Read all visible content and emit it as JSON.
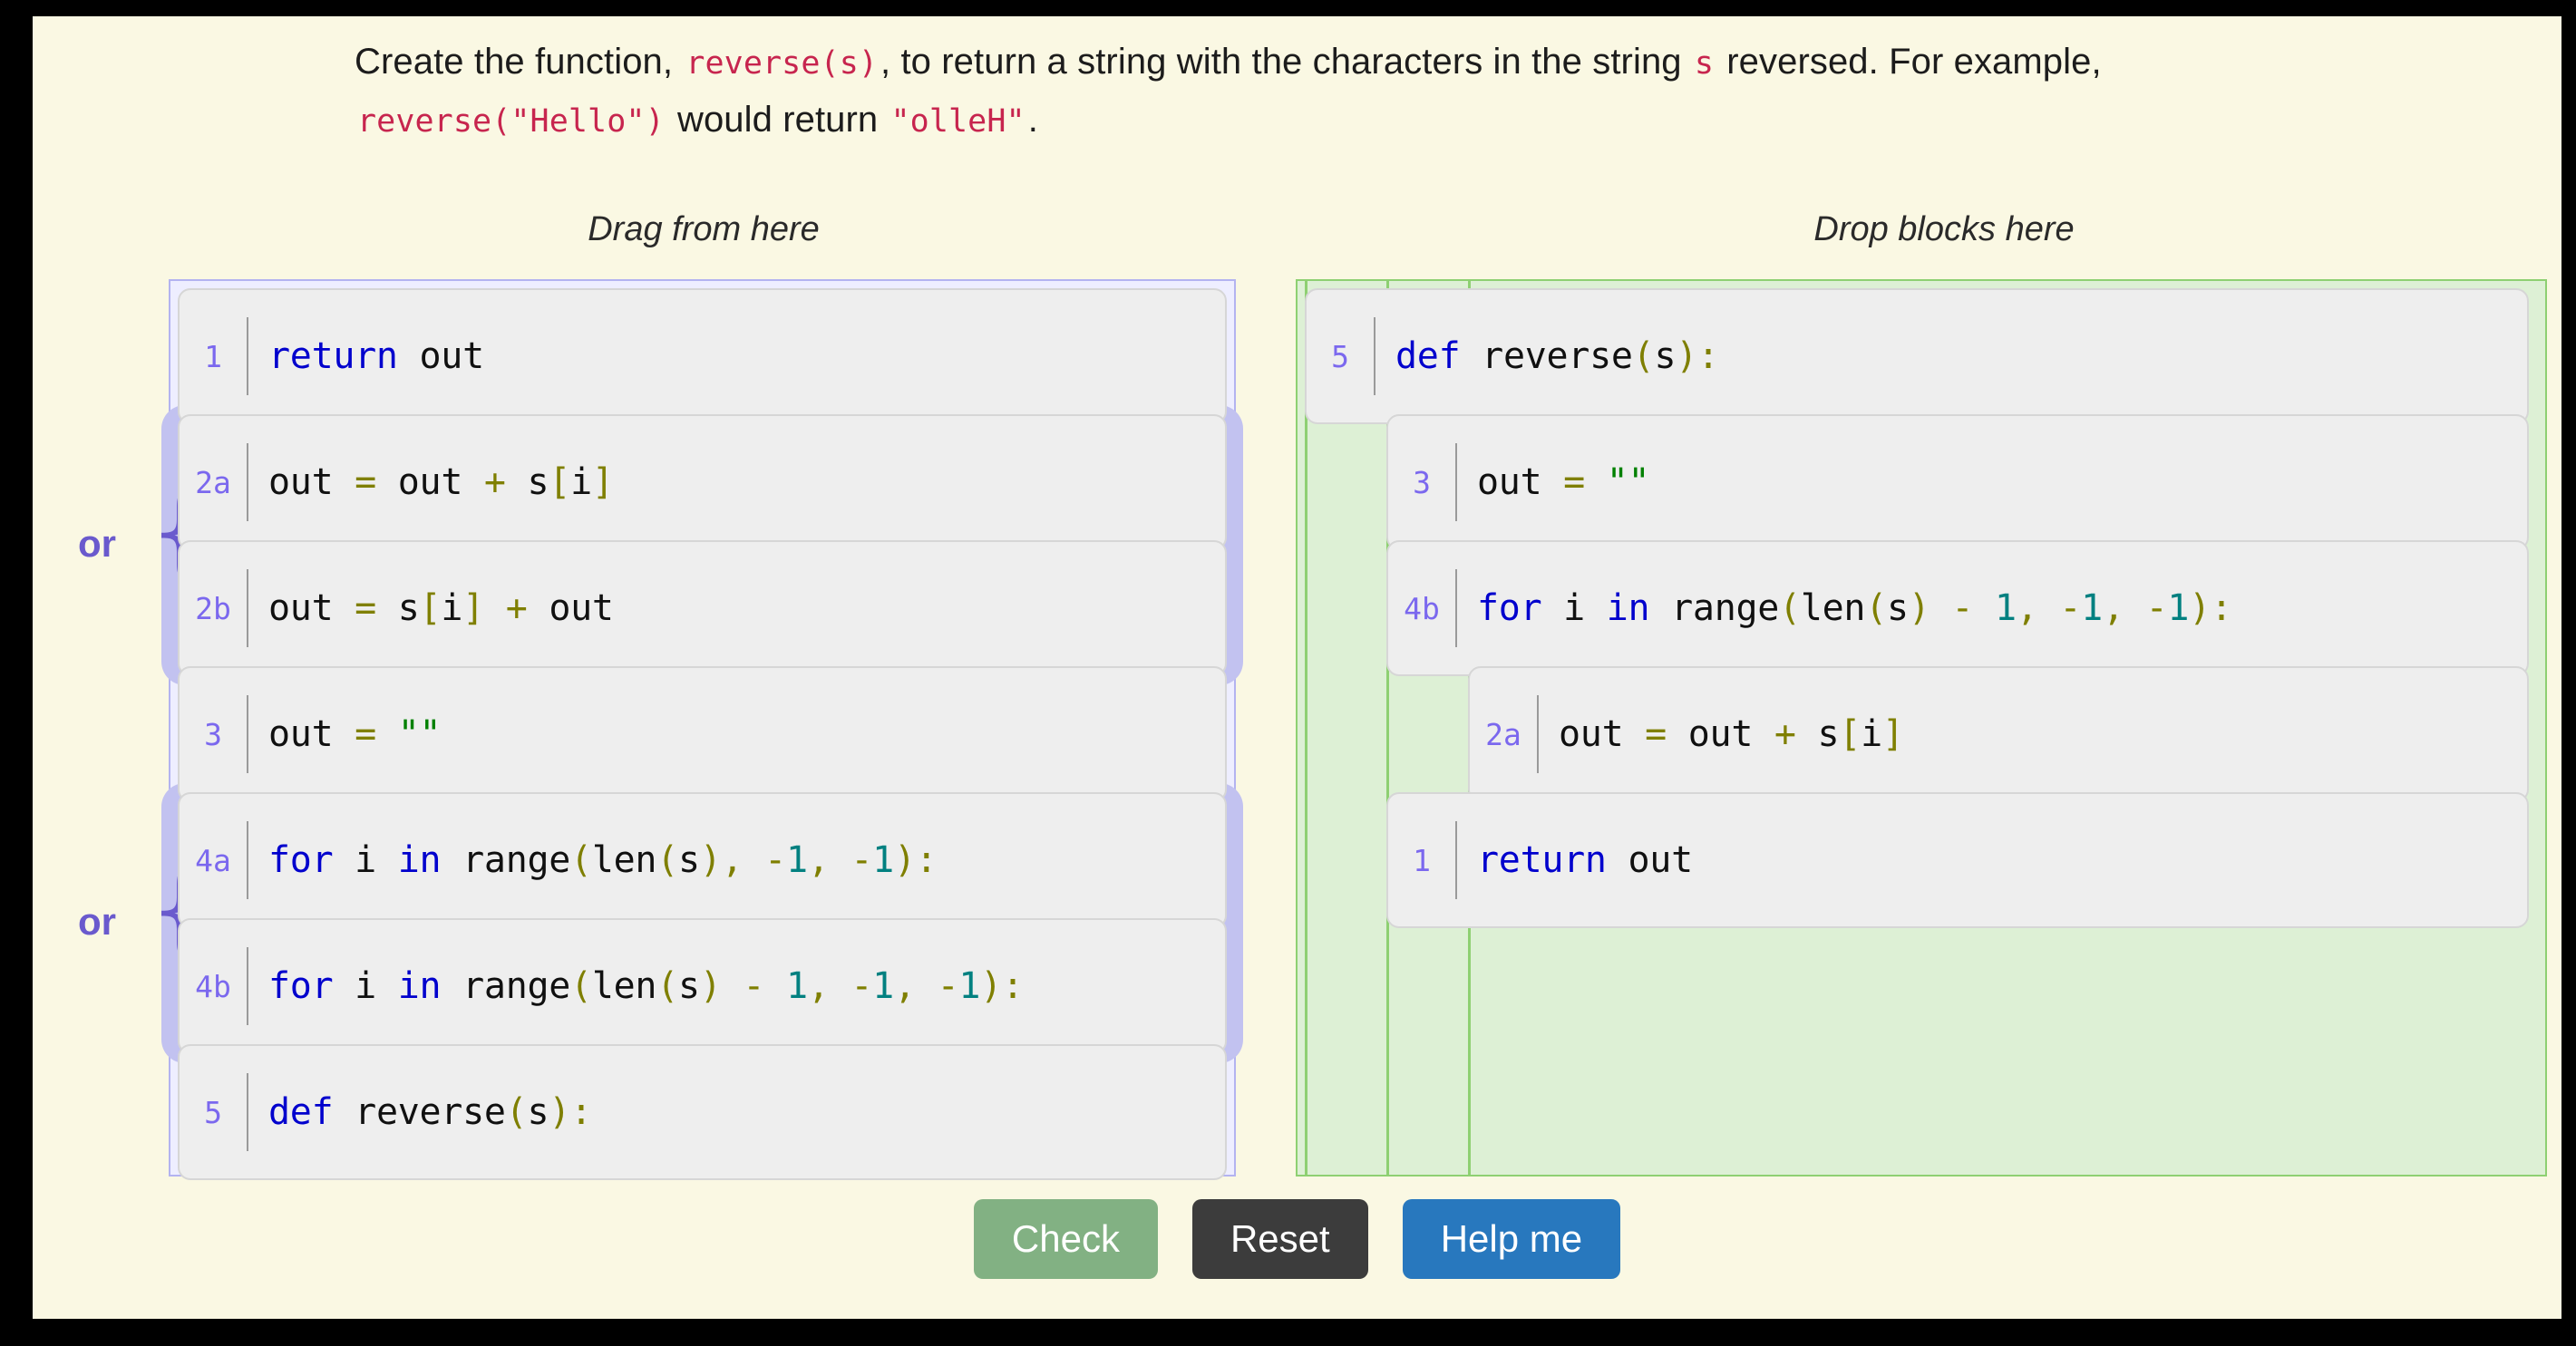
{
  "prompt": {
    "part1": "Create the function, ",
    "code1": "reverse(s)",
    "part2": ", to return a string with the characters in the string ",
    "code2": "s",
    "part3": " reversed. For example, ",
    "code3": "reverse(\"Hello\")",
    "part4": " would return ",
    "code4": "\"olleH\"",
    "part5": "."
  },
  "headings": {
    "left": "Drag from here",
    "right": "Drop blocks here"
  },
  "labels": {
    "or": "or"
  },
  "colors": {
    "page_background": "#faf8e3",
    "source_panel_bg": "#eeeeff",
    "source_panel_border": "#b3b3f0",
    "drop_panel_bg": "#ddf0d5",
    "drop_panel_border": "#8ed072",
    "block_bg": "#eeeeee",
    "block_border": "#d6d6d6",
    "lineno": "#7b68ee",
    "or_group": "#c2c2f0",
    "keyword": "#0000cd",
    "punctuation": "#7f7f00",
    "number": "#008080",
    "string": "#008000",
    "check_button": "#82b183",
    "reset_button": "#3c3c3c",
    "help_button": "#2878be"
  },
  "source_panel": {
    "blocks": [
      {
        "id": "1",
        "text": "return out"
      },
      {
        "id": "2a",
        "text": "out = out + s[i]"
      },
      {
        "id": "2b",
        "text": "out = s[i] + out"
      },
      {
        "id": "3",
        "text": "out = \"\""
      },
      {
        "id": "4a",
        "text": "for i in range(len(s), -1, -1):"
      },
      {
        "id": "4b",
        "text": "for i in range(len(s) - 1, -1, -1):"
      },
      {
        "id": "5",
        "text": "def reverse(s):"
      }
    ],
    "or_groups": [
      {
        "members": [
          "2a",
          "2b"
        ]
      },
      {
        "members": [
          "4a",
          "4b"
        ]
      }
    ]
  },
  "drop_panel": {
    "blocks": [
      {
        "id": "5",
        "text": "def reverse(s):",
        "indent": 0
      },
      {
        "id": "3",
        "text": "out = \"\"",
        "indent": 1
      },
      {
        "id": "4b",
        "text": "for i in range(len(s) - 1, -1, -1):",
        "indent": 1
      },
      {
        "id": "2a",
        "text": "out = out + s[i]",
        "indent": 2
      },
      {
        "id": "1",
        "text": "return out",
        "indent": 1
      }
    ]
  },
  "buttons": {
    "check": "Check",
    "reset": "Reset",
    "help": "Help me"
  }
}
